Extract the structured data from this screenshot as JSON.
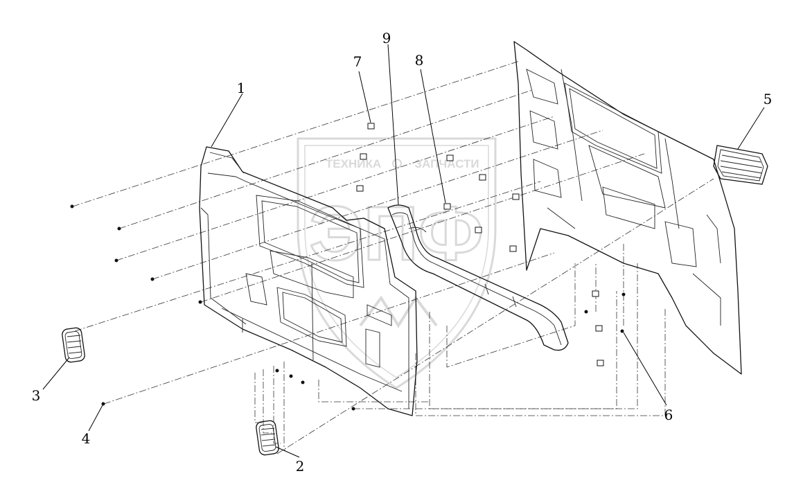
{
  "watermark": {
    "letters": "ЭПФ",
    "caption_left": "ТЕХНИКА",
    "caption_right": "ЗАПЧАСТИ"
  },
  "callouts": [
    {
      "id": "1",
      "label": "1"
    },
    {
      "id": "2",
      "label": "2"
    },
    {
      "id": "3",
      "label": "3"
    },
    {
      "id": "4",
      "label": "4"
    },
    {
      "id": "5",
      "label": "5"
    },
    {
      "id": "6",
      "label": "6"
    },
    {
      "id": "7",
      "label": "7"
    },
    {
      "id": "8",
      "label": "8"
    },
    {
      "id": "9",
      "label": "9"
    }
  ]
}
